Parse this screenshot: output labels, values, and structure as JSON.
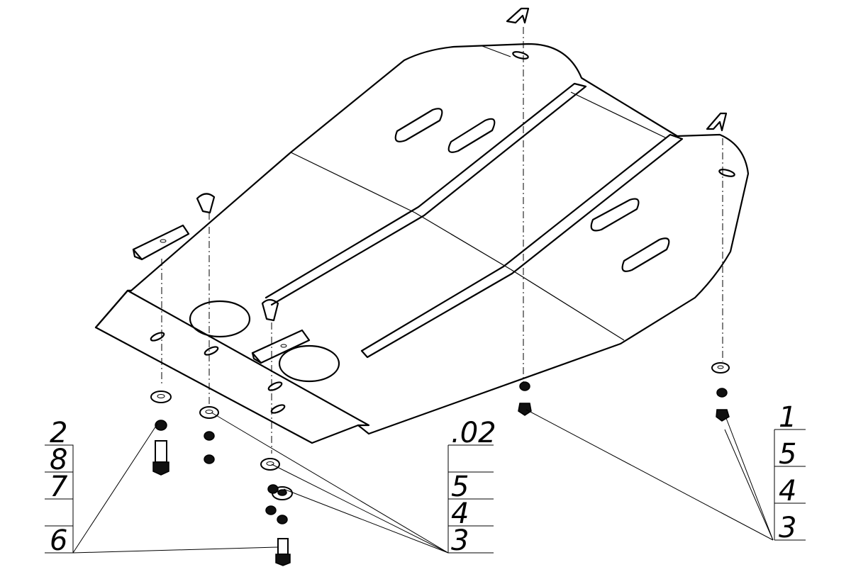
{
  "callouts": {
    "left": [
      "2",
      "8",
      "7",
      "6"
    ],
    "middle": [
      ".02",
      "5",
      "4",
      "3"
    ],
    "right": [
      "1",
      "5",
      "4",
      "3"
    ]
  },
  "colors": {
    "line": "#000000",
    "background": "#ffffff"
  }
}
